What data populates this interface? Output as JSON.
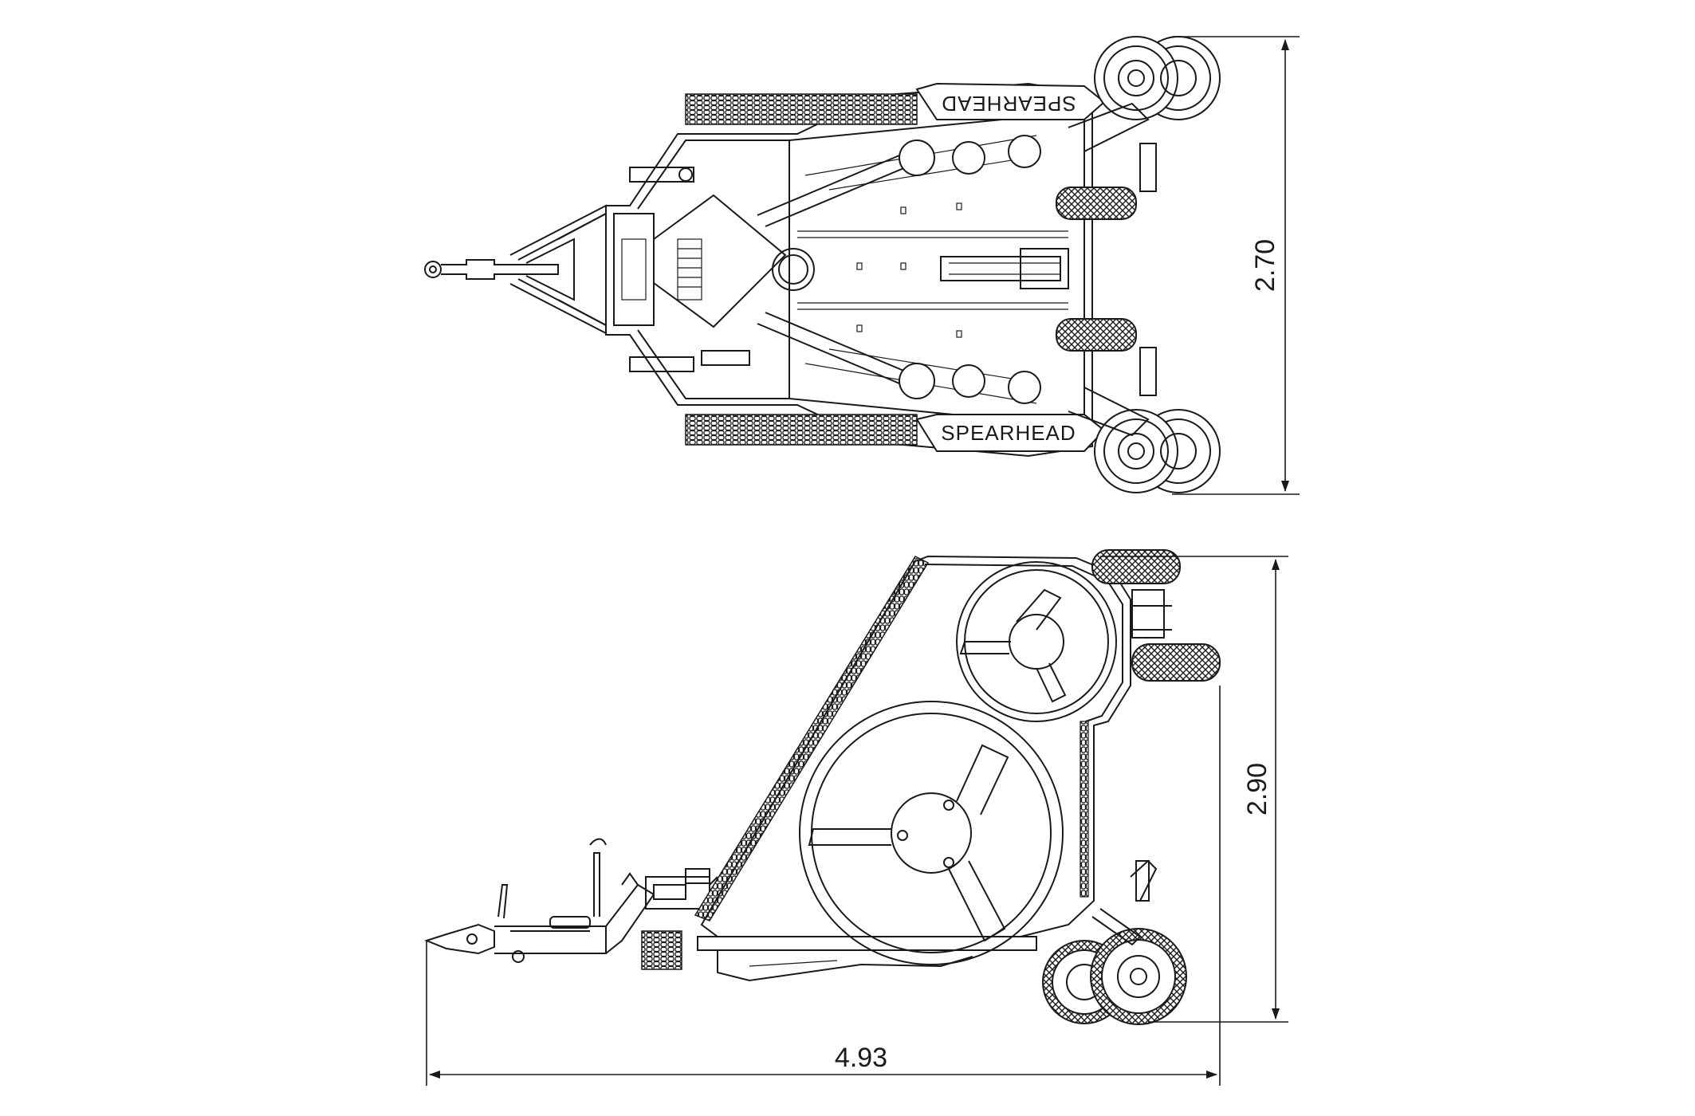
{
  "dimensions": {
    "width_top_view": "2.70",
    "height_side_view": "2.90",
    "length": "4.93"
  },
  "branding": {
    "upper_deck_label": "SPEARHEAD",
    "lower_deck_label": "SPEARHEAD"
  },
  "colors": {
    "line": "#1a1a1a",
    "background": "#ffffff"
  }
}
